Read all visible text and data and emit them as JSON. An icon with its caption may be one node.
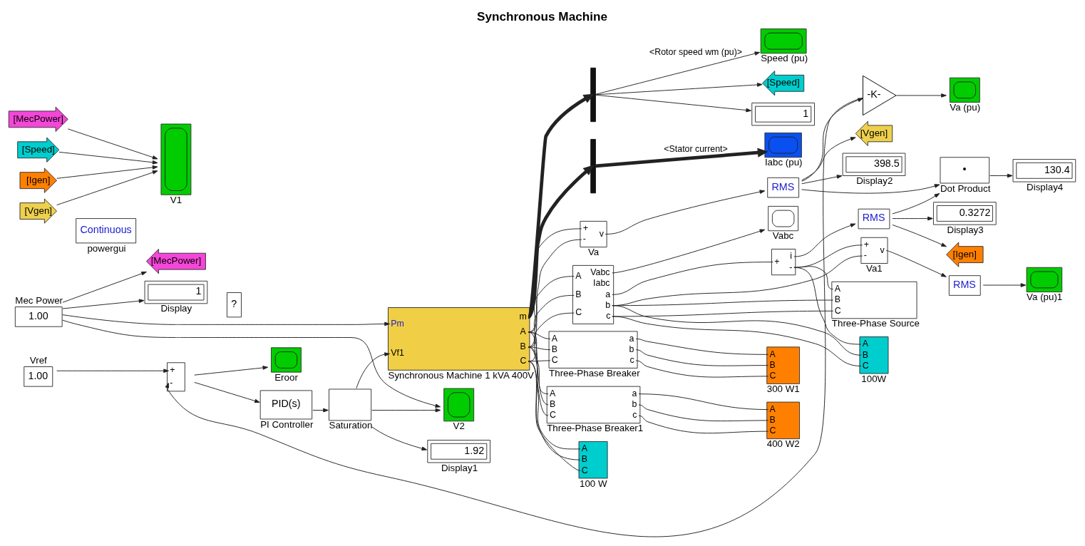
{
  "diagram": {
    "title": "Synchronous Machine",
    "nodes": [
      {
        "text": [
          "Speed (pu)"
        ]
      },
      {
        "text": [
          "[Speed]"
        ]
      },
      {
        "text": [
          "1"
        ]
      },
      {
        "text": [],
        "shape": "bar"
      },
      {
        "text": [],
        "shape": "bar"
      },
      {
        "text": [
          "Iabc (pu)"
        ]
      },
      {
        "text": [
          "[MecPower]"
        ]
      },
      {
        "text": [
          "1",
          "Display"
        ]
      },
      {
        "text": [
          "Mec Power",
          "1.00"
        ]
      },
      {
        "text": [
          "Vref",
          "1.00"
        ]
      },
      {
        "text": [
          "+",
          "-"
        ]
      },
      {
        "text": [
          "Eroor"
        ]
      },
      {
        "text": [
          "PID(s)",
          "PI Controller"
        ]
      },
      {
        "text": [
          "Saturation"
        ]
      },
      {
        "text": [
          "Pm",
          "Vf1",
          "m",
          "A",
          "B",
          "C",
          "Synchronous Machine 1 kVA 400V"
        ]
      },
      {
        "text": [
          "1.92",
          "Display1"
        ]
      },
      {
        "text": [
          "V2"
        ]
      },
      {
        "text": [
          "+",
          "-",
          "v",
          "Va"
        ]
      },
      {
        "text": [
          "RMS"
        ]
      },
      {
        "text": [
          "-K-"
        ]
      },
      {
        "text": [
          "[Vgen]"
        ]
      },
      {
        "text": [
          "398.5",
          "Display2"
        ]
      },
      {
        "text": [
          "Va (pu)"
        ]
      },
      {
        "text": [
          "•",
          "Dot Product"
        ]
      },
      {
        "text": [
          "130.4",
          "Display4"
        ]
      },
      {
        "text": [
          "0.3272",
          "Display3"
        ]
      },
      {
        "text": [
          "[Igen]"
        ]
      },
      {
        "text": [
          "Vabc"
        ]
      },
      {
        "text": [
          "RMS"
        ]
      },
      {
        "text": [
          "A",
          "B",
          "C",
          "Vabc",
          "Iabc",
          "a",
          "b",
          "c"
        ]
      },
      {
        "text": [
          "+",
          "i",
          "-"
        ]
      },
      {
        "text": [
          "+",
          "-",
          "v",
          "Va1"
        ]
      },
      {
        "text": [
          "RMS"
        ]
      },
      {
        "text": [
          "Va (pu)1"
        ]
      },
      {
        "text": [
          "A",
          "B",
          "C",
          "Three-Phase Source"
        ]
      },
      {
        "text": [
          "A",
          "B",
          "C",
          "a",
          "b",
          "c",
          "Three-Phase Breaker"
        ]
      },
      {
        "text": [
          "A",
          "B",
          "C",
          "a",
          "b",
          "c",
          "Three-Phase Breaker1"
        ]
      },
      {
        "text": [
          "A",
          "B",
          "C",
          "100 W"
        ]
      },
      {
        "text": [
          "A",
          "B",
          "C",
          "300 W1"
        ]
      },
      {
        "text": [
          "A",
          "B",
          "C",
          "400 W2"
        ]
      },
      {
        "text": [
          "A",
          "B",
          "C",
          "100W"
        ]
      },
      {
        "text": [
          "Continuous",
          "powergui"
        ]
      },
      {
        "text": [
          "?"
        ]
      },
      {
        "text": [
          "[MecPower]"
        ]
      },
      {
        "text": [
          "[Speed]"
        ]
      },
      {
        "text": [
          "[Igen]"
        ]
      },
      {
        "text": [
          "[Vgen]"
        ]
      },
      {
        "text": [
          "V1"
        ]
      }
    ],
    "edges": [
      {
        "from": 3,
        "to": 0,
        "arrow": "to",
        "label": "<Rotor speed wm (pu)>"
      },
      {
        "from": 3,
        "to": 2,
        "arrow": "to"
      },
      {
        "from": 3,
        "to": 1,
        "arrow": "to"
      },
      {
        "from": 14,
        "to": 3,
        "arrow": "to",
        "style": "thick"
      },
      {
        "from": 14,
        "to": 4,
        "arrow": "to",
        "style": "thick"
      },
      {
        "from": 4,
        "to": 5,
        "arrow": "to",
        "style": "thick",
        "label": "<Stator current>"
      },
      {
        "from": 8,
        "to": 14,
        "arrow": "to"
      },
      {
        "from": 8,
        "to": 6,
        "arrow": "to"
      },
      {
        "from": 8,
        "to": 7,
        "arrow": "to"
      },
      {
        "from": 8,
        "to": 16,
        "arrow": "to"
      },
      {
        "from": 9,
        "to": 10,
        "arrow": "to"
      },
      {
        "from": 10,
        "to": 11,
        "arrow": "to"
      },
      {
        "from": 10,
        "to": 12,
        "arrow": "to"
      },
      {
        "from": 12,
        "to": 13,
        "arrow": "to"
      },
      {
        "from": 13,
        "to": 14,
        "arrow": "to"
      },
      {
        "from": 13,
        "to": 15,
        "arrow": "to"
      },
      {
        "from": 13,
        "to": 16,
        "arrow": "to"
      },
      {
        "from": 17,
        "to": 18,
        "arrow": "to"
      },
      {
        "from": 18,
        "to": 19,
        "arrow": "to"
      },
      {
        "from": 18,
        "to": 20,
        "arrow": "to"
      },
      {
        "from": 18,
        "to": 21,
        "arrow": "to"
      },
      {
        "from": 18,
        "to": 23,
        "arrow": "to"
      },
      {
        "from": 19,
        "to": 22,
        "arrow": "to"
      },
      {
        "from": 19,
        "to": 10,
        "arrow": "to"
      },
      {
        "from": 23,
        "to": 24,
        "arrow": "to"
      },
      {
        "from": 28,
        "to": 25,
        "arrow": "to"
      },
      {
        "from": 28,
        "to": 23,
        "arrow": "to"
      },
      {
        "from": 28,
        "to": 26,
        "arrow": "to"
      },
      {
        "from": 29,
        "to": 27,
        "arrow": "to"
      },
      {
        "from": 30,
        "to": 28,
        "arrow": "to"
      },
      {
        "from": 31,
        "to": 32,
        "arrow": "to"
      },
      {
        "from": 32,
        "to": 33,
        "arrow": "to"
      },
      {
        "from": 43,
        "to": 47,
        "arrow": "to"
      },
      {
        "from": 44,
        "to": 47,
        "arrow": "to"
      },
      {
        "from": 45,
        "to": 47,
        "arrow": "to"
      },
      {
        "from": 46,
        "to": 47,
        "arrow": "to"
      },
      {
        "from": 14,
        "to": 17,
        "arrow": "none"
      },
      {
        "from": 14,
        "to": 17,
        "arrow": "none"
      },
      {
        "from": 14,
        "to": 37,
        "arrow": "none"
      },
      {
        "from": 14,
        "to": 37,
        "arrow": "none"
      },
      {
        "from": 14,
        "to": 37,
        "arrow": "none"
      },
      {
        "from": 14,
        "to": 35,
        "arrow": "none"
      },
      {
        "from": 14,
        "to": 35,
        "arrow": "none"
      },
      {
        "from": 14,
        "to": 35,
        "arrow": "none"
      },
      {
        "from": 14,
        "to": 36,
        "arrow": "none"
      },
      {
        "from": 14,
        "to": 36,
        "arrow": "none"
      },
      {
        "from": 14,
        "to": 36,
        "arrow": "none"
      },
      {
        "from": 14,
        "to": 29,
        "arrow": "none"
      },
      {
        "from": 14,
        "to": 29,
        "arrow": "none"
      },
      {
        "from": 14,
        "to": 29,
        "arrow": "none"
      },
      {
        "from": 35,
        "to": 38,
        "arrow": "none"
      },
      {
        "from": 35,
        "to": 38,
        "arrow": "none"
      },
      {
        "from": 35,
        "to": 38,
        "arrow": "none"
      },
      {
        "from": 36,
        "to": 39,
        "arrow": "none"
      },
      {
        "from": 36,
        "to": 39,
        "arrow": "none"
      },
      {
        "from": 36,
        "to": 39,
        "arrow": "none"
      },
      {
        "from": 29,
        "to": 30,
        "arrow": "none"
      },
      {
        "from": 30,
        "to": 40,
        "arrow": "none"
      },
      {
        "from": 30,
        "to": 31,
        "arrow": "none"
      },
      {
        "from": 30,
        "to": 34,
        "arrow": "none"
      },
      {
        "from": 29,
        "to": 40,
        "arrow": "none"
      },
      {
        "from": 29,
        "to": 40,
        "arrow": "none"
      },
      {
        "from": 29,
        "to": 31,
        "arrow": "none"
      },
      {
        "from": 29,
        "to": 34,
        "arrow": "none"
      },
      {
        "from": 29,
        "to": 34,
        "arrow": "none"
      }
    ]
  }
}
